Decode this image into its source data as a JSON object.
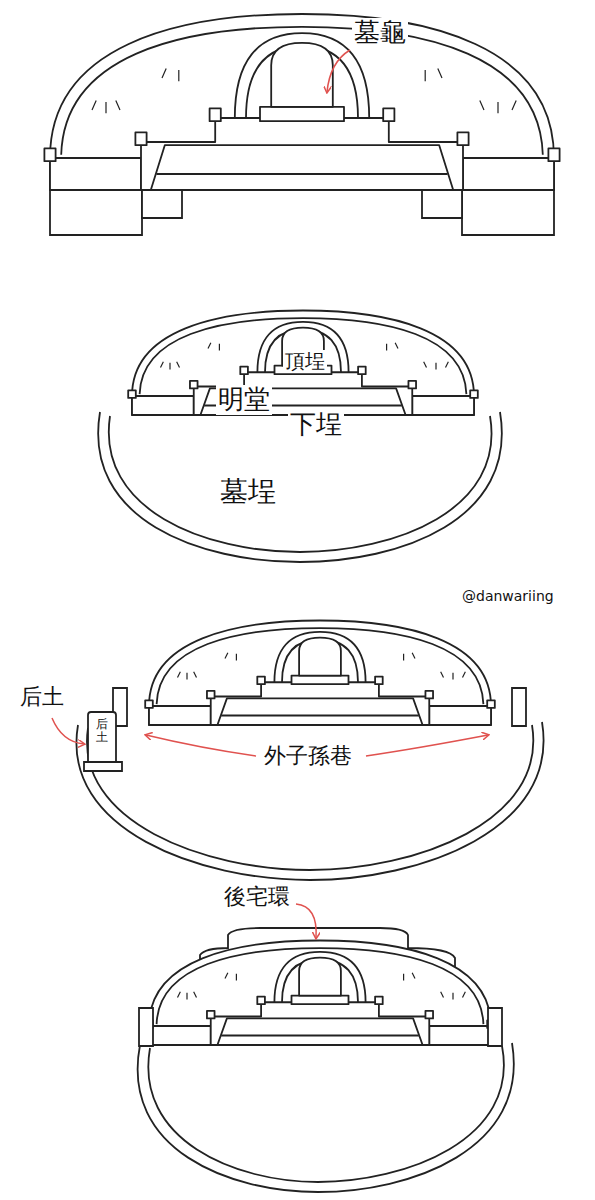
{
  "diagram": {
    "labels": [
      "墓龜",
      "頂埕",
      "明堂",
      "下埕",
      "墓埕",
      "@danwariing",
      "后土",
      "后土",
      "外子孫巷",
      "後宅環"
    ]
  }
}
